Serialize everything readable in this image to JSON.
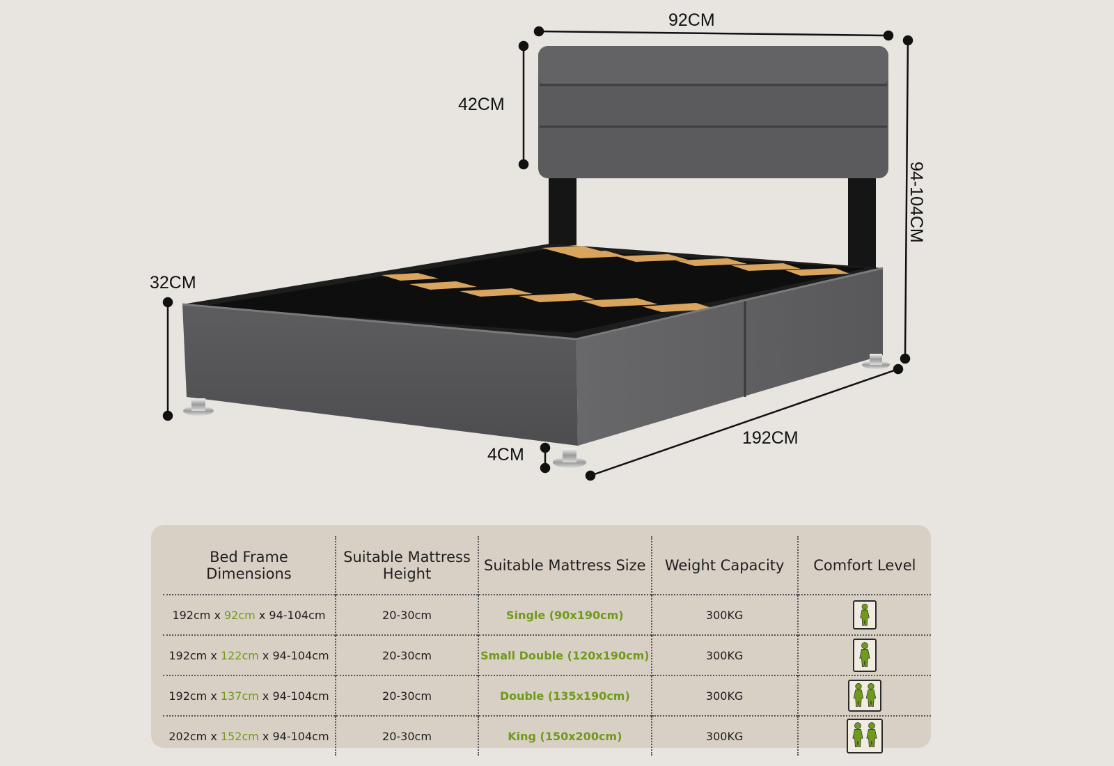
{
  "dimensions": {
    "width_label": "92CM",
    "headboard_label": "42CM",
    "total_height_label": "94-104CM",
    "base_height_label": "32CM",
    "leg_label": "4CM",
    "length_label": "192CM"
  },
  "colors": {
    "background": "#e8e4df",
    "card": "#d9d0c5",
    "accent": "#6f9a1c",
    "fabric": "#58585a",
    "slat": "#d9a45e"
  },
  "table": {
    "headers": {
      "frame": "Bed Frame Dimensions",
      "height": "Suitable Mattress Height",
      "size": "Suitable Mattress Size",
      "weight": "Weight Capacity",
      "comfort": "Comfort Level"
    },
    "rows": [
      {
        "dim_pre": "192cm x ",
        "dim_accent": "92cm",
        "dim_post": " x 94-104cm",
        "height": "20-30cm",
        "size": "Single (90x190cm)",
        "weight": "300KG",
        "comfort_icon": "single-person-icon"
      },
      {
        "dim_pre": "192cm x ",
        "dim_accent": "122cm",
        "dim_post": " x 94-104cm",
        "height": "20-30cm",
        "size": "Small Double (120x190cm)",
        "weight": "300KG",
        "comfort_icon": "one-person-standing-icon"
      },
      {
        "dim_pre": "192cm x ",
        "dim_accent": "137cm",
        "dim_post": " x 94-104cm",
        "height": "20-30cm",
        "size": "Double (135x190cm)",
        "weight": "300KG",
        "comfort_icon": "two-people-icon"
      },
      {
        "dim_pre": "202cm x ",
        "dim_accent": "152cm",
        "dim_post": " x 94-104cm",
        "height": "20-30cm",
        "size": "King (150x200cm)",
        "weight": "300KG",
        "comfort_icon": "two-people-wide-icon"
      }
    ]
  }
}
